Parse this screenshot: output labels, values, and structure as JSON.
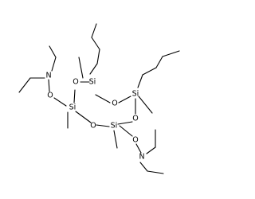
{
  "molecule": {
    "labels": {
      "si": "Si",
      "o": "O",
      "n": "N"
    },
    "atoms": {
      "si_top": "Si",
      "si_right": "Si",
      "si_left": "Si",
      "si_bottom": "Si",
      "o_ring_top": "O",
      "o_ring_left": "O",
      "o_ring_right": "O",
      "o_ring_bottom": "O",
      "o_left_sub": "O",
      "o_right_sub": "O",
      "n_left": "N",
      "n_right": "N"
    }
  }
}
